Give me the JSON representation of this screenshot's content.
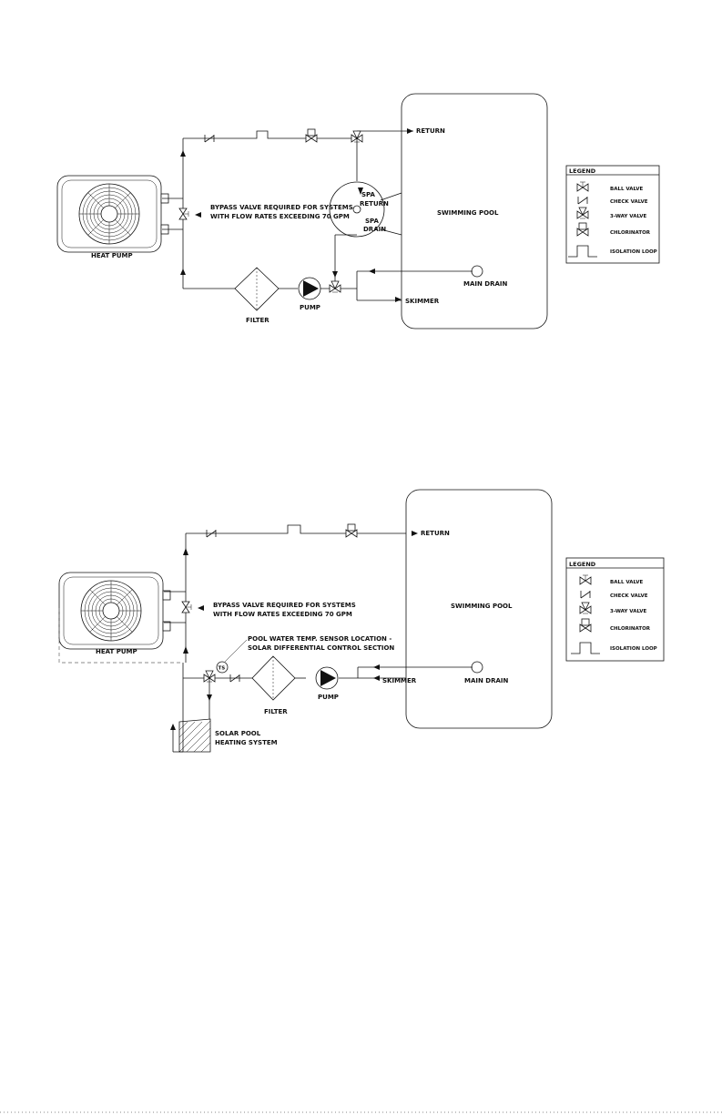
{
  "diagram1": {
    "heat_pump": "HEAT PUMP",
    "bypass_line1": "BYPASS VALVE REQUIRED FOR SYSTEMS",
    "bypass_line2": "WITH FLOW RATES EXCEEDING 70 GPM",
    "filter": "FILTER",
    "pump": "PUMP",
    "return": "RETURN",
    "spa_return_1": "SPA",
    "spa_return_2": "RETURN",
    "spa_drain_1": "SPA",
    "spa_drain_2": "DRAIN",
    "pool": "SWIMMING POOL",
    "main_drain": "MAIN DRAIN",
    "skimmer": "SKIMMER"
  },
  "diagram2": {
    "heat_pump": "HEAT PUMP",
    "bypass_line1": "BYPASS VALVE REQUIRED FOR SYSTEMS",
    "bypass_line2": "WITH FLOW RATES EXCEEDING 70 GPM",
    "sensor_line1": "POOL WATER TEMP. SENSOR LOCATION -",
    "sensor_line2": "SOLAR DIFFERENTIAL CONTROL SECTION",
    "ts": "TS",
    "filter": "FILTER",
    "pump": "PUMP",
    "return": "RETURN",
    "pool": "SWIMMING POOL",
    "main_drain": "MAIN DRAIN",
    "skimmer": "SKIMMER",
    "solar_line1": "SOLAR POOL",
    "solar_line2": "HEATING SYSTEM"
  },
  "legend": {
    "title": "LEGEND",
    "items": [
      "BALL VALVE",
      "CHECK VALVE",
      "3-WAY VALVE",
      "CHLORINATOR",
      "ISOLATION LOOP"
    ]
  }
}
